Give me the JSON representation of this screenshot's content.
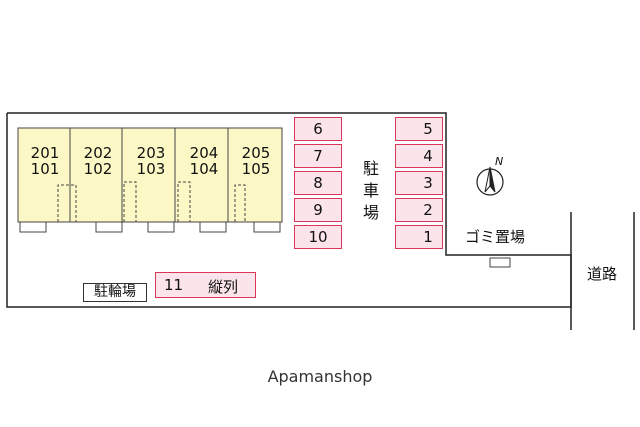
{
  "building": {
    "units": [
      {
        "upper": "201",
        "lower": "101"
      },
      {
        "upper": "202",
        "lower": "102"
      },
      {
        "upper": "203",
        "lower": "103"
      },
      {
        "upper": "204",
        "lower": "104"
      },
      {
        "upper": "205",
        "lower": "105"
      }
    ]
  },
  "parking": {
    "left_column": [
      "6",
      "7",
      "8",
      "9",
      "10"
    ],
    "right_column": [
      "5",
      "4",
      "3",
      "2",
      "1"
    ],
    "label": "駐車場",
    "tandem_slot": {
      "number": "11",
      "note": "縦列"
    }
  },
  "bicycle_parking_label": "駐輪場",
  "garbage_area_label": "ゴミ置場",
  "road_label": "道路",
  "compass": {
    "north": "N"
  },
  "credit": "Apamanshop",
  "colors": {
    "building_fill": "#fbf8c6",
    "slot_border": "#d9365a",
    "slot_fill": "#fbe4ea"
  }
}
